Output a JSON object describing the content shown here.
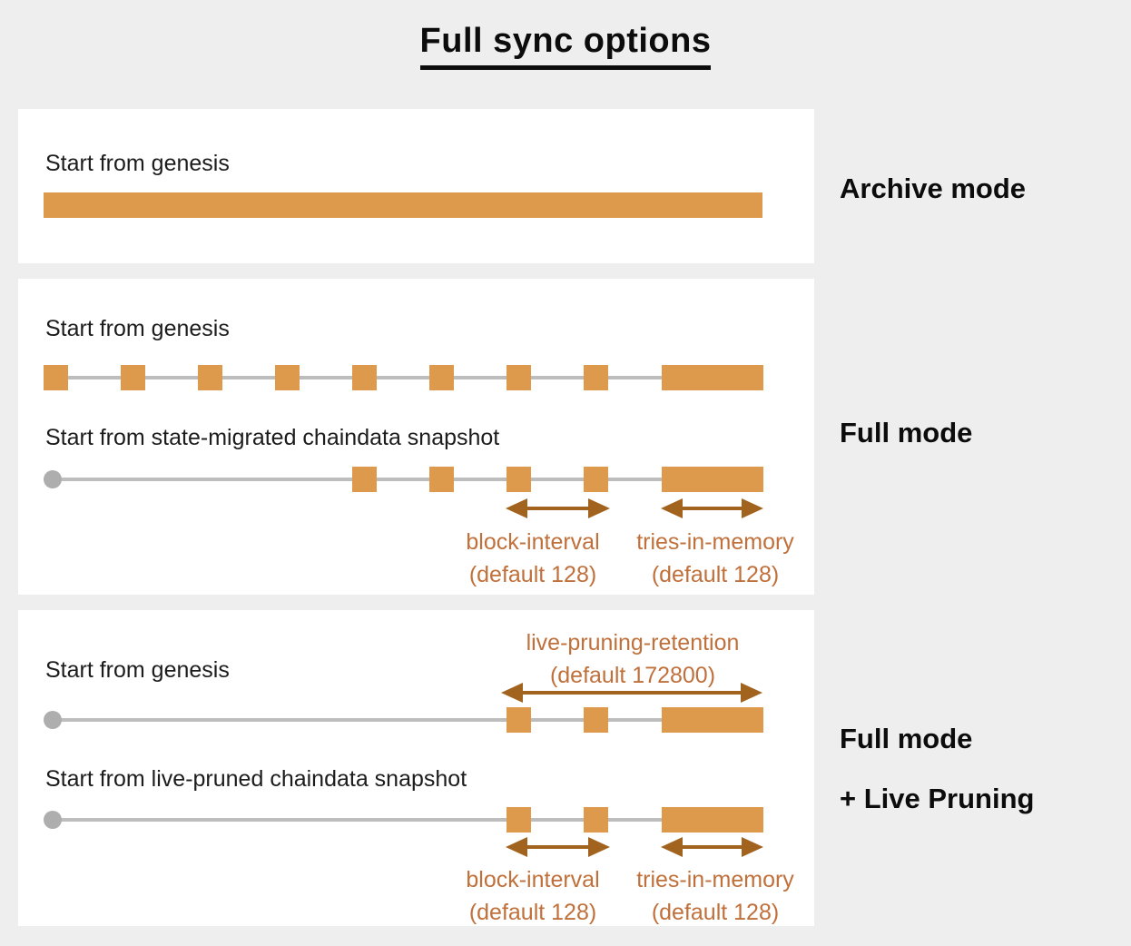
{
  "title": "Full sync options",
  "colors": {
    "background": "#eeeeee",
    "panel": "#ffffff",
    "block_orange": "#dd9a4d",
    "arrow_brown": "#a2631e",
    "annotation_text": "#c0703a",
    "timeline_line": "#bdbdbd",
    "timeline_dot": "#aeaeae",
    "text": "#1c1c1c"
  },
  "archive_panel": {
    "start_label": "Start from genesis",
    "mode_label": "Archive mode"
  },
  "full_panel": {
    "genesis_label": "Start from genesis",
    "snapshot_label": "Start from state-migrated chaindata snapshot",
    "mode_label": "Full mode",
    "block_interval": {
      "name": "block-interval",
      "default": "(default 128)"
    },
    "tries_in_memory": {
      "name": "tries-in-memory",
      "default": "(default 128)"
    }
  },
  "live_panel": {
    "genesis_label": "Start from genesis",
    "snapshot_label": "Start from live-pruned chaindata snapshot",
    "mode_label_line1": "Full mode",
    "mode_label_line2": "+ Live Pruning",
    "retention": {
      "name": "live-pruning-retention",
      "default": "(default 172800)"
    },
    "block_interval": {
      "name": "block-interval",
      "default": "(default 128)"
    },
    "tries_in_memory": {
      "name": "tries-in-memory",
      "default": "(default 128)"
    }
  }
}
